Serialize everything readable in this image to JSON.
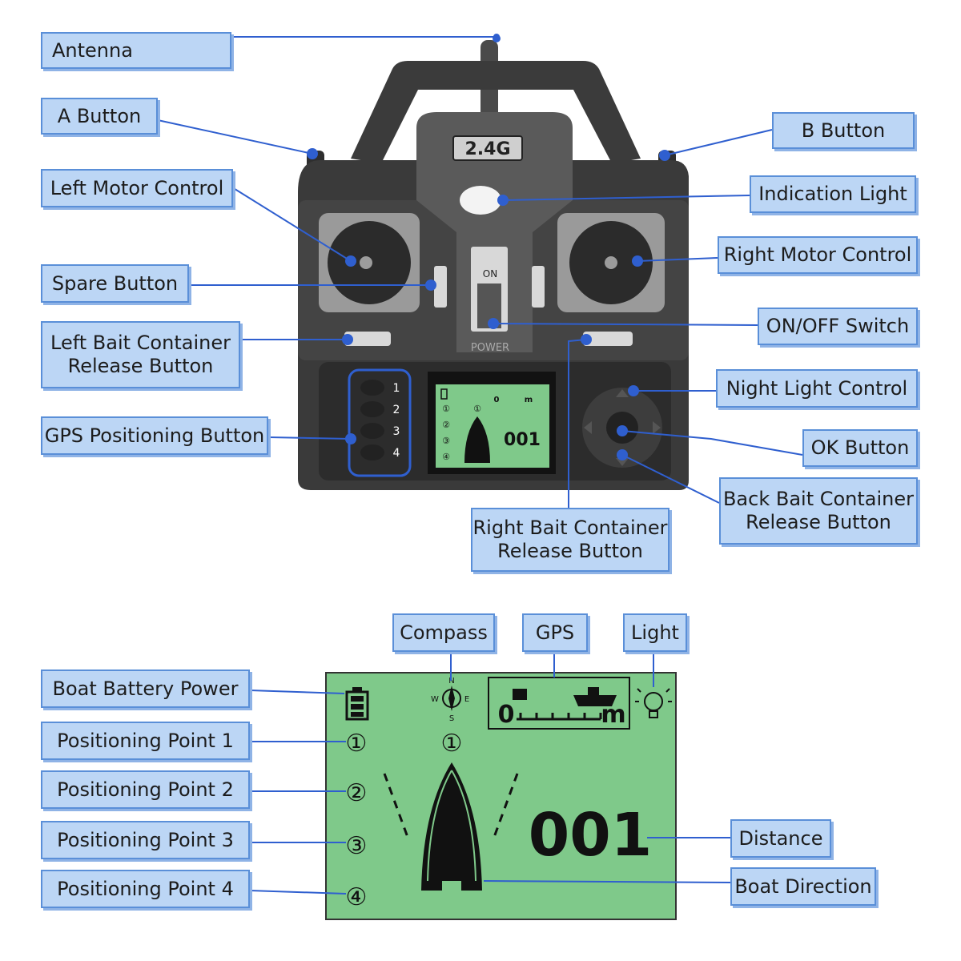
{
  "colors": {
    "accent_blue": "#2f5fcf",
    "callout_fill": "#bcd6f5",
    "callout_border": "#5a8fd8",
    "lcd_green": "#7fc98a",
    "controller_body": "#3a3a3a"
  },
  "controller": {
    "band_label": "2.4G",
    "switch_label": "ON",
    "power_label": "POWER",
    "gps_buttons": [
      "1",
      "2",
      "3",
      "4"
    ],
    "small_lcd": {
      "distance": "001",
      "points": [
        "①",
        "②",
        "③",
        "④"
      ],
      "top_point": "①",
      "gps_scale": "0",
      "gps_unit": "m"
    }
  },
  "callouts": {
    "antenna": "Antenna",
    "a_button": "A Button",
    "b_button": "B Button",
    "left_motor": "Left Motor Control",
    "indication_light": "Indication Light",
    "right_motor": "Right Motor Control",
    "spare_button": "Spare Button",
    "on_off_switch": "ON/OFF Switch",
    "left_bait": "Left Bait Container\nRelease Button",
    "night_light": "Night Light Control",
    "gps_positioning": "GPS Positioning Button",
    "ok_button": "OK Button",
    "back_bait": "Back Bait Container\nRelease Button",
    "right_bait": "Right Bait Container\nRelease Button"
  },
  "display_callouts": {
    "compass": "Compass",
    "gps": "GPS",
    "light": "Light",
    "battery": "Boat Battery Power",
    "point1": "Positioning Point 1",
    "point2": "Positioning Point 2",
    "point3": "Positioning Point 3",
    "point4": "Positioning Point 4",
    "distance": "Distance",
    "boat_direction": "Boat Direction"
  },
  "display": {
    "distance": "001",
    "points": [
      "①",
      "②",
      "③",
      "④"
    ],
    "top_point": "①",
    "compass_letters": {
      "n": "N",
      "s": "S",
      "e": "E",
      "w": "W"
    },
    "gps_scale_start": "0",
    "gps_unit": "m"
  }
}
